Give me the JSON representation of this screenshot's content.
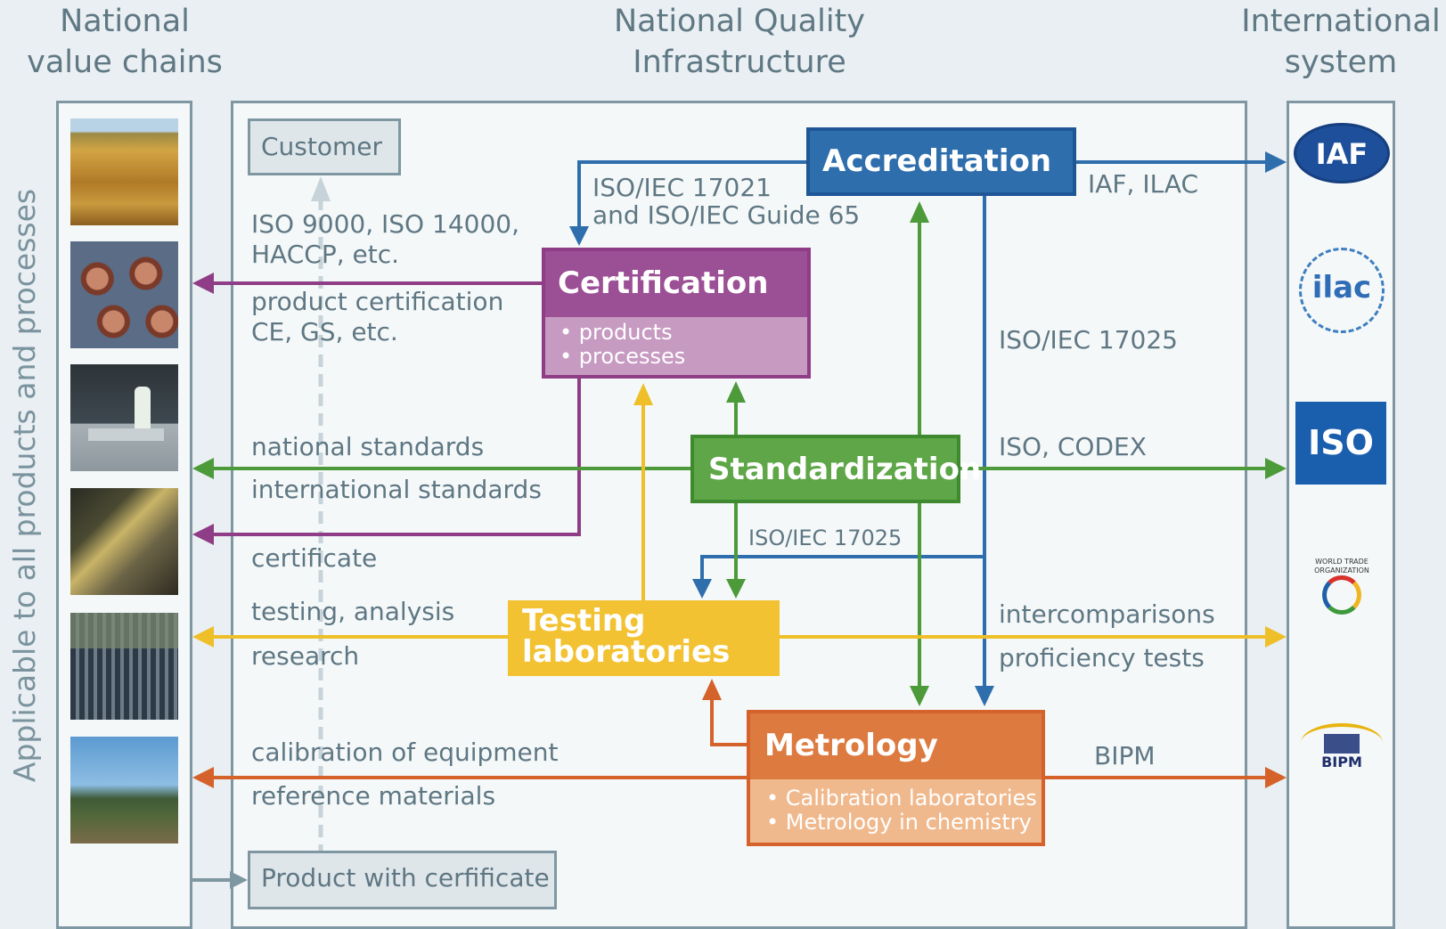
{
  "titles": {
    "left": "National\nvalue chains",
    "center": "National Quality\nInfrastructure",
    "right": "International\nsystem"
  },
  "side_label": "Applicable to all products and processes",
  "customer": "Customer",
  "product": "Product with cerfificate",
  "accreditation": {
    "title": "Accreditation"
  },
  "certification": {
    "title": "Certification",
    "bullets": [
      "• products",
      "• processes"
    ]
  },
  "standardization": {
    "title": "Standardization"
  },
  "testing": {
    "title": "Testing\nlaboratories"
  },
  "metrology": {
    "title": "Metrology",
    "bullets": [
      "• Calibration laboratories",
      "• Metrology in chemistry"
    ]
  },
  "labels": {
    "iso17021": "ISO/IEC 17021\nand ISO/IEC Guide 65",
    "iaf_ilac": "IAF, ILAC",
    "iso9000": "ISO 9000, ISO 14000,\nHACCP, etc.",
    "product_cert": "product certification\nCE, GS, etc.",
    "iso17025_right": "ISO/IEC 17025",
    "national_standards": "national standards",
    "international_standards": "international standards",
    "iso_codex": "ISO, CODEX",
    "iso17025_mid": "ISO/IEC 17025",
    "certificate": "certificate",
    "testing_analysis": "testing, analysis",
    "research": "research",
    "intercomparisons": "intercomparisons",
    "proficiency": "proficiency tests",
    "calibration": "calibration of equipment",
    "reference": "reference materials",
    "bipm": "BIPM"
  },
  "logos": {
    "iaf": "IAF",
    "ilac": "ilac",
    "iso": "ISO",
    "wto_text": "WORLD TRADE ORGANIZATION",
    "bipm": "BIPM"
  },
  "colors": {
    "accreditation": "#2f6eac",
    "certification": "#8e3d86",
    "standardization": "#4c9a3a",
    "testing": "#efbf2a",
    "metrology": "#d4622a",
    "panel": "#7f97a2"
  }
}
